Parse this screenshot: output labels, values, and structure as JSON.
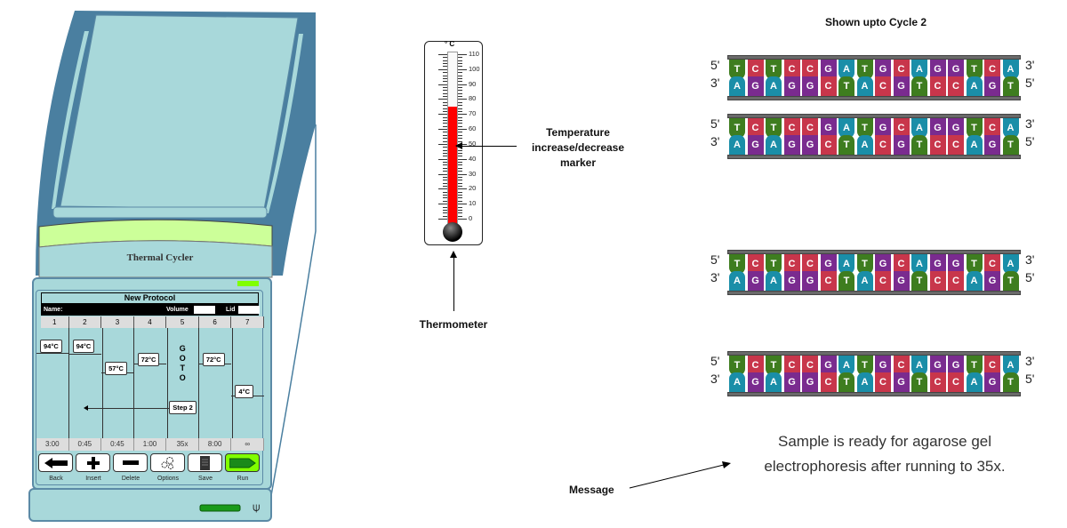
{
  "cycler": {
    "brand_label": "Thermal Cycler",
    "protocol_title": "New Protocol",
    "name_label": "Name:",
    "volume_label": "Volume",
    "lid_label": "Lid",
    "steps": [
      {
        "number": "1",
        "temp": "94°C",
        "time": "3:00"
      },
      {
        "number": "2",
        "temp": "94°C",
        "time": "0:45"
      },
      {
        "number": "3",
        "temp": "57°C",
        "time": "0:45"
      },
      {
        "number": "4",
        "temp": "72°C",
        "time": "1:00"
      },
      {
        "number": "5",
        "goto": [
          "G",
          "O",
          "T",
          "O"
        ],
        "goto_target": "Step 2",
        "time": "35x"
      },
      {
        "number": "6",
        "temp": "72°C",
        "time": "8:00"
      },
      {
        "number": "7",
        "temp": "4°C",
        "time": "∞"
      }
    ],
    "buttons": [
      {
        "label": "Back",
        "icon": "arrow-left-icon"
      },
      {
        "label": "Insert",
        "icon": "plus-icon"
      },
      {
        "label": "Delete",
        "icon": "minus-icon"
      },
      {
        "label": "Options",
        "icon": "gears-icon"
      },
      {
        "label": "Save",
        "icon": "document-icon"
      },
      {
        "label": "Run",
        "icon": "arrow-right-icon"
      }
    ],
    "colors": {
      "body": "#a8d8da",
      "frame": "#4a7fa0",
      "lid_band": "#ccff99",
      "indicator": "#80ff00",
      "run": "#80ff00"
    }
  },
  "thermometer": {
    "unit": "° C",
    "scale": [
      "110",
      "100",
      "90",
      "80",
      "70",
      "60",
      "50",
      "40",
      "30",
      "20",
      "10",
      "0"
    ],
    "current_value": 75,
    "fill_color": "#ff0000",
    "label": "Thermometer",
    "marker_label": "Temperature increase/decrease marker"
  },
  "dna": {
    "title": "Shown upto Cycle  2",
    "top_strand": [
      "T",
      "C",
      "T",
      "C",
      "C",
      "G",
      "A",
      "T",
      "G",
      "C",
      "A",
      "G",
      "G",
      "T",
      "C",
      "A"
    ],
    "bottom_strand": [
      "A",
      "G",
      "A",
      "G",
      "G",
      "C",
      "T",
      "A",
      "C",
      "G",
      "T",
      "C",
      "C",
      "A",
      "G",
      "T"
    ],
    "left_top": "5'",
    "left_bottom": "3'",
    "right_top": "3'",
    "right_bottom": "5'",
    "base_colors": {
      "T": "#3e7d1f",
      "C": "#c8364b",
      "G": "#7a2b8f",
      "A": "#1a8ea8"
    }
  },
  "message": {
    "label": "Message",
    "text": "Sample is ready for agarose gel electrophoresis after running to 35x."
  }
}
